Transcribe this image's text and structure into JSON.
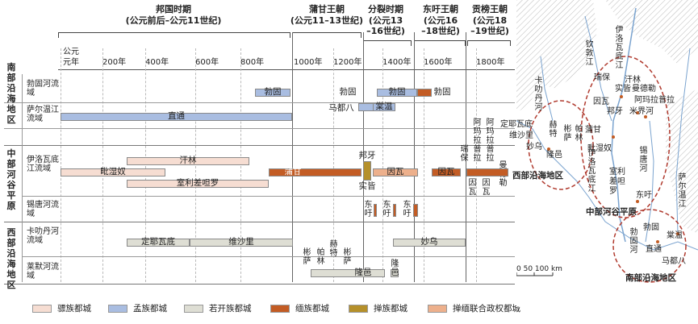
{
  "colors": {
    "pyu": "#f6ddd2",
    "mon": "#a9bde1",
    "shan": "#deded4",
    "burman": "#c35c24",
    "shan_burman_unified": "#b5902a",
    "shan_burman_coalition": "#edb08c"
  },
  "periods": [
    {
      "name": "邦国时期",
      "range": "(公元前后–公元11世纪)"
    },
    {
      "name": "蒲甘王朝",
      "range": "(公元11–13世纪)"
    },
    {
      "name": "分裂时期",
      "range": "(公元13",
      "range2": "–16世纪)"
    },
    {
      "name": "东吁王朝",
      "range": "(公元16",
      "range2": "–18世纪)"
    },
    {
      "name": "贡榜王朝",
      "range": "(公元18",
      "range2": "–19世纪)"
    }
  ],
  "axis": {
    "first_line": "公元",
    "ticks": [
      "元年",
      "200年",
      "400年",
      "600年",
      "800年",
      "1000年",
      "1200年",
      "1400年",
      "1600年",
      "1800年"
    ]
  },
  "regions": [
    {
      "name": "南部沿海地区",
      "rivers": [
        "勃固河流域",
        "萨尔温江流域"
      ]
    },
    {
      "name": "中部河谷平原",
      "rivers": [
        "伊洛瓦底江流域",
        "锡唐河流域"
      ]
    },
    {
      "name": "西部沿海地区",
      "rivers": [
        "卡叻丹河流域",
        "莱默河流域"
      ]
    }
  ],
  "bars": {
    "bago1": "勃固",
    "bago2": "勃固",
    "bago3": "勃固",
    "bago4": "勃固",
    "thaton": "直通",
    "martaban": "马都八",
    "moulmein": "棠温",
    "halin": "汗林",
    "pyay": "毗湿奴",
    "sri": "室利差呾罗",
    "bagan": "蒲甘",
    "bangya": "邦牙",
    "sagaing": "实皆",
    "inwa1": "因瓦",
    "inwa2": "因瓦",
    "shwebo": "瑞保",
    "amara": "阿玛拉普拉",
    "mandalay": "曼德勒",
    "inwa3": "因瓦",
    "inwa4": "因瓦",
    "toungoo1": "东吁",
    "toungoo2": "东吁",
    "toungoo3": "东吁",
    "dhanya": "定耶瓦底",
    "vesali": "维沙里",
    "mrauku": "妙乌",
    "pinsa": "彬萨",
    "parin": "帕林",
    "hkrit": "赫特",
    "pinsa2": "彬萨",
    "launggyet": "隆邑",
    "launggyet2": "隆邑"
  },
  "legend": [
    "骠族都城",
    "孟族都城",
    "若开族都城",
    "缅族都城",
    "掸族都城",
    "掸缅联合政权都城"
  ],
  "map": {
    "labels": [
      "卡叻丹河",
      "定耶瓦底",
      "维沙里",
      "妙乌",
      "赫特",
      "彬萨",
      "帕林",
      "隆邑",
      "西部沿海地区",
      "钦敦江",
      "瑞保",
      "伊洛瓦底江",
      "汗林",
      "实皆",
      "曼德勒",
      "阿玛拉普拉",
      "因瓦",
      "邦牙",
      "米界河",
      "蒲甘",
      "毗湿奴",
      "锡唐河",
      "室利差呾罗",
      "伊洛瓦底江",
      "东吁",
      "中部河谷平原",
      "萨尔温江",
      "勃固",
      "勃固河",
      "棠温",
      "直通",
      "马都八",
      "南部沿海地区"
    ],
    "scale": "0 50 100 km"
  }
}
